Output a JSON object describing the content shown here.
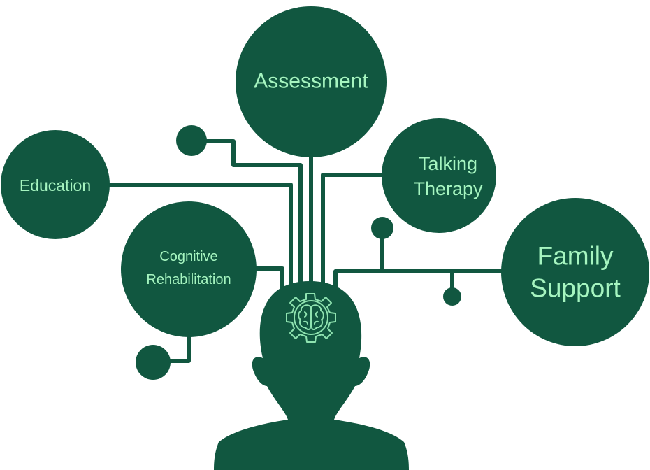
{
  "colors": {
    "primary": "#115740",
    "label": "#a6f5c0",
    "background": "#ffffff"
  },
  "icons": {
    "head": "human-head-silhouette-icon",
    "brain": "brain-in-gear-icon"
  },
  "nodes": {
    "assessment": {
      "label": "Assessment"
    },
    "education": {
      "label": "Education"
    },
    "talking_therapy": {
      "line1": "Talking",
      "line2": "Therapy"
    },
    "cognitive_rehabilitation": {
      "line1": "Cognitive",
      "line2": "Rehabilitation"
    },
    "family_support": {
      "line1": "Family",
      "line2": "Support"
    }
  }
}
